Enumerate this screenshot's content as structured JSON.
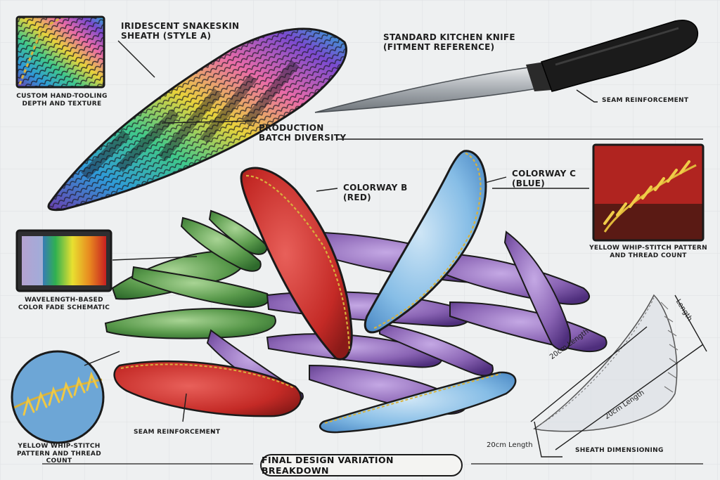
{
  "labels": {
    "sheath_a": [
      "IRIDESCENT SNAKESKIN",
      "SHEATH (STYLE A)"
    ],
    "hand_tooling": [
      "CUSTOM HAND-TOOLING",
      "DEPTH AND TEXTURE"
    ],
    "kitchen_knife": [
      "STANDARD KITCHEN KNIFE",
      "(FITMENT REFERENCE)"
    ],
    "seam_reinforcement_knife": "SEAM REINFORCEMENT",
    "production": [
      "PRODUCTION",
      "BATCH DIVERSITY"
    ],
    "colorway_b": [
      "COLORWAY B",
      "(RED)"
    ],
    "colorway_c": [
      "COLORWAY C",
      "(BLUE)"
    ],
    "whip_stitch_right": [
      "YELLOW WHIP-STITCH PATTERN",
      "AND THREAD COUNT"
    ],
    "wavelength": [
      "WAVELENGTH-BASED",
      "COLOR FADE SCHEMATIC"
    ],
    "whip_stitch_left": [
      "YELLOW WHIP-STITCH",
      "PATTERN AND THREAD COUNT"
    ],
    "seam_reinforcement_red": "SEAM REINFORCEMENT",
    "sheath_dimensioning": "SHEATH DIMENSIONING",
    "final_title": "FINAL DESIGN VARIATION BREAKDOWN"
  },
  "dimensions": {
    "length_a": "20cm Length",
    "length_b": "20cm Length",
    "length_c": "20cm Length",
    "length_d": "Length"
  },
  "colors": {
    "colorway_b": "#c8302a",
    "colorway_c": "#7fb6e0",
    "green": "#5a9a4c",
    "purple": "#8a64b4",
    "thread": "#d8b23c",
    "knife_handle": "#1b1b1b"
  }
}
